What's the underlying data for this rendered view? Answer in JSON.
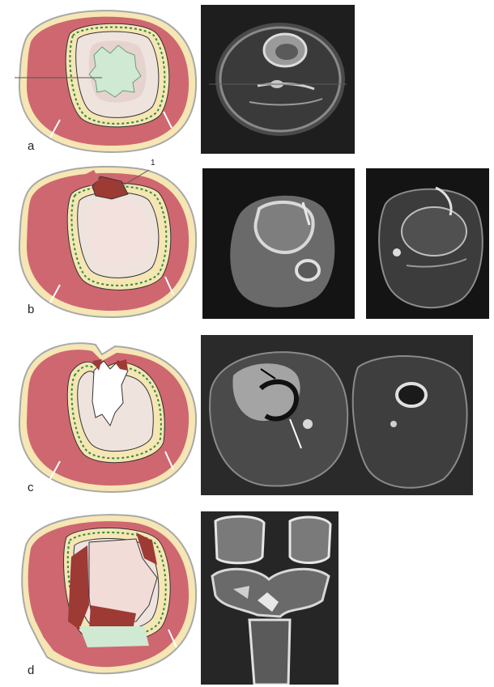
{
  "panels": [
    {
      "label": "a"
    },
    {
      "label": "b"
    },
    {
      "label": "c"
    },
    {
      "label": "d"
    }
  ],
  "callout_number": "1",
  "colors": {
    "skin": "#f5e6b4",
    "fascia": "#b9b9b9",
    "muscle": "#cf6770",
    "muscle_light": "#e7c7c3",
    "compartment_light": "#efe3de",
    "necrosis": "#9e3a34",
    "fluid": "#cfe9d2",
    "dashed_line": "#2e8b3e"
  }
}
